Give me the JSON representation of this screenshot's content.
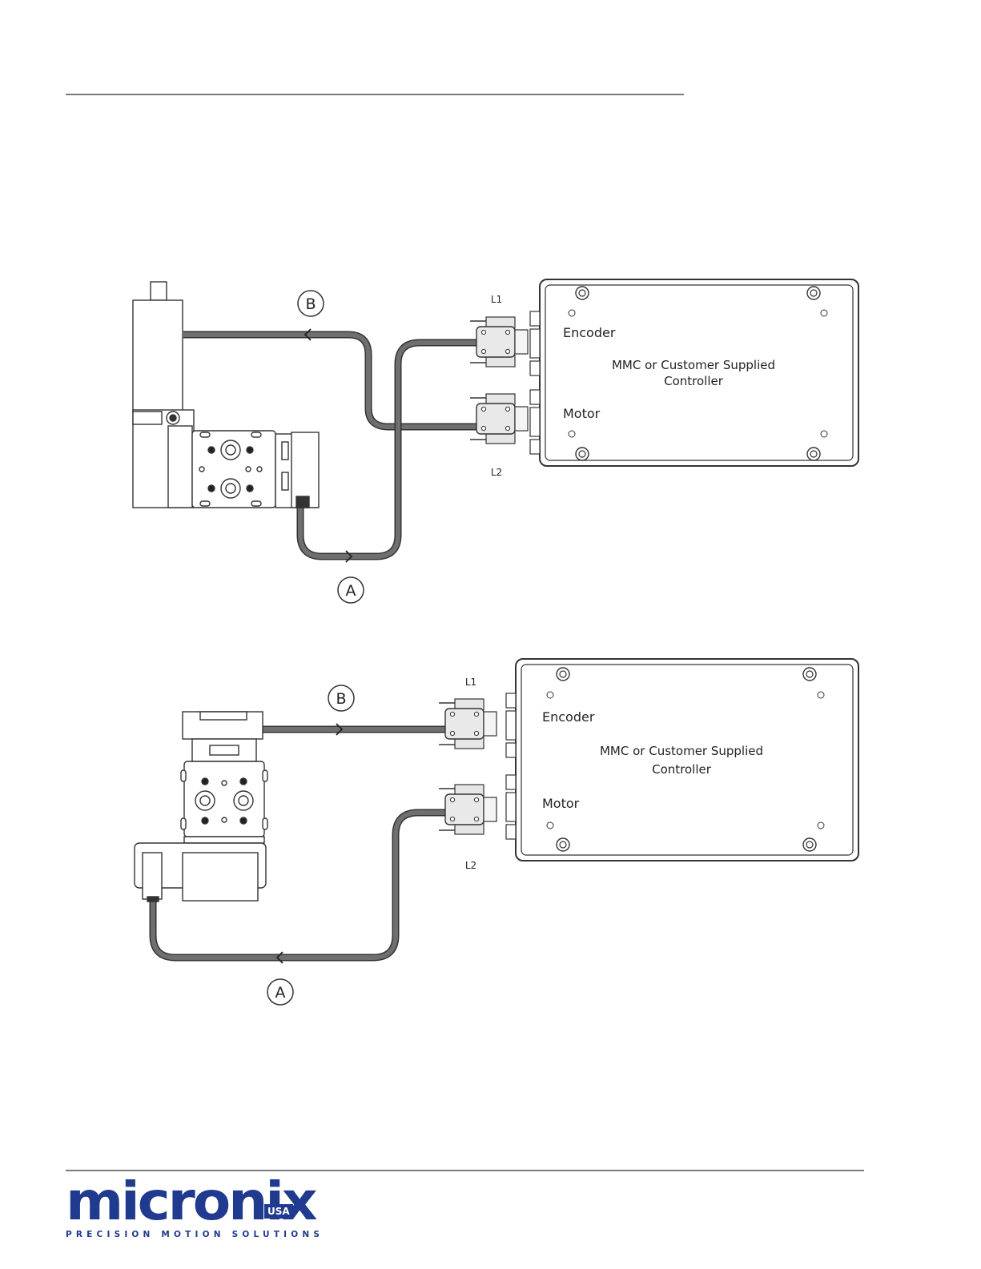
{
  "diagram_top": {
    "cable_b_label": "B",
    "cable_a_label": "A",
    "connector_l1_label": "L1",
    "connector_l2_label": "L2",
    "encoder_port_label": "Encoder",
    "motor_port_label": "Motor",
    "controller_title_line1": "MMC or Customer Supplied",
    "controller_title_line2": "Controller"
  },
  "diagram_bottom": {
    "cable_b_label": "B",
    "cable_a_label": "A",
    "connector_l1_label": "L1",
    "connector_l2_label": "L2",
    "encoder_port_label": "Encoder",
    "motor_port_label": "Motor",
    "controller_title_line1": "MMC or Customer Supplied",
    "controller_title_line2": "Controller"
  },
  "footer": {
    "logo_text": "micronix",
    "logo_badge": "USA",
    "logo_tagline": "PRECISION MOTION SOLUTIONS"
  },
  "colors": {
    "cable": "#6f6f6f",
    "line": "#333333",
    "logo_blue": "#1f3a8f",
    "rule": "#7a7a7a"
  }
}
